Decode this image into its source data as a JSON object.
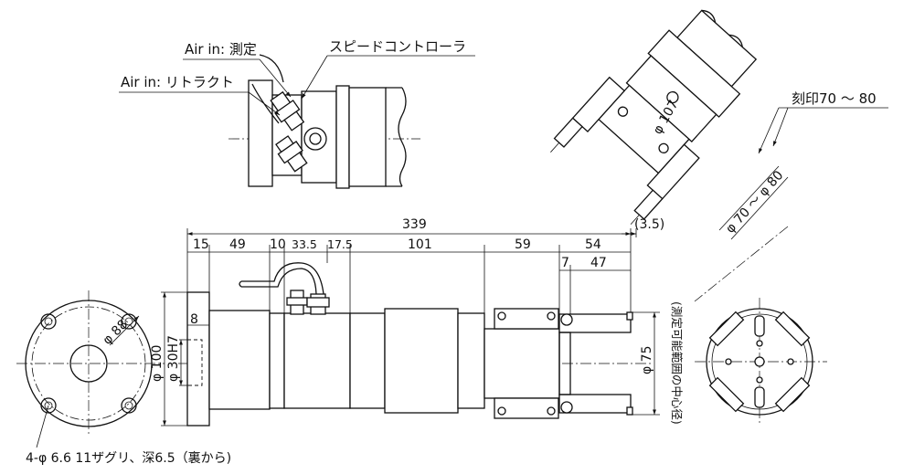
{
  "top_view": {
    "air_in_measure": "Air in: 測定",
    "speed_controller": "スピードコントローラ",
    "air_in_retract": "Air in: リトラクト"
  },
  "iso_view": {
    "phi_107": "φ 107",
    "engraving": "刻印70 ～ 80",
    "phi_range": "φ 70 ～ φ 80"
  },
  "dims": {
    "total": "339",
    "overhang": "(3.5)",
    "d15": "15",
    "d49": "49",
    "d10": "10",
    "d33_5": "33.5",
    "d17_5": "17.5",
    "d101": "101",
    "d59": "59",
    "d54": "54",
    "d7": "7",
    "d47": "47",
    "d8": "8",
    "phi_100": "φ 100",
    "phi_30h7": "φ 30H7",
    "phi_75": "φ 75",
    "phi_88": "φ 88"
  },
  "notes": {
    "holes": "4-φ 6.6 11ザグリ、深6.5（裏から)",
    "measure_center": "(測定可能範囲の中心径)"
  }
}
